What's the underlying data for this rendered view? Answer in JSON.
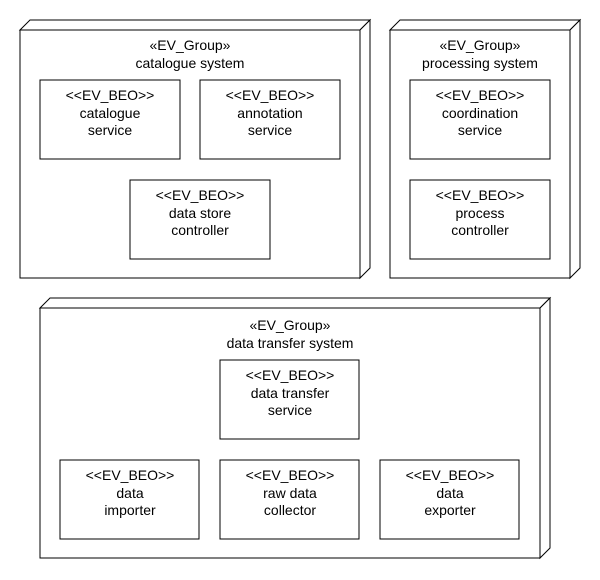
{
  "groups": [
    {
      "stereotype": "«EV_Group»",
      "name": "catalogue system",
      "components": [
        {
          "stereotype": "<<EV_BEO>>",
          "lines": [
            "catalogue",
            "service"
          ]
        },
        {
          "stereotype": "<<EV_BEO>>",
          "lines": [
            "annotation",
            "service"
          ]
        },
        {
          "stereotype": "<<EV_BEO>>",
          "lines": [
            "data store",
            "controller"
          ]
        }
      ]
    },
    {
      "stereotype": "«EV_Group»",
      "name": "processing system",
      "components": [
        {
          "stereotype": "<<EV_BEO>>",
          "lines": [
            "coordination",
            "service"
          ]
        },
        {
          "stereotype": "<<EV_BEO>>",
          "lines": [
            "process",
            "controller"
          ]
        }
      ]
    },
    {
      "stereotype": "«EV_Group»",
      "name": "data transfer system",
      "components": [
        {
          "stereotype": "<<EV_BEO>>",
          "lines": [
            "data transfer",
            "service"
          ]
        },
        {
          "stereotype": "<<EV_BEO>>",
          "lines": [
            "data",
            "importer"
          ]
        },
        {
          "stereotype": "<<EV_BEO>>",
          "lines": [
            "raw data",
            "collector"
          ]
        },
        {
          "stereotype": "<<EV_BEO>>",
          "lines": [
            "data",
            "exporter"
          ]
        }
      ]
    }
  ]
}
